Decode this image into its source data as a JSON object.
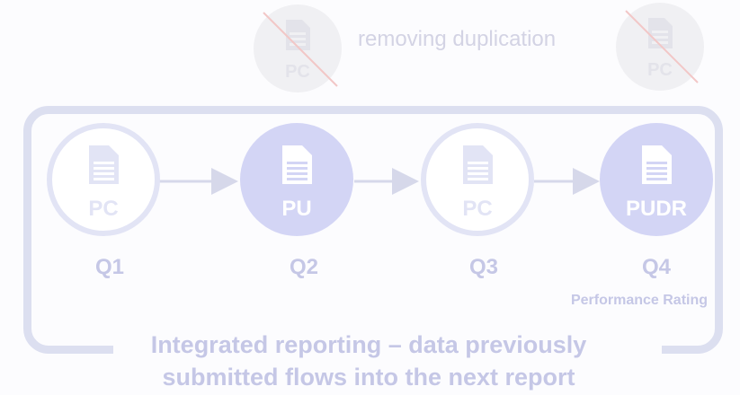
{
  "top": {
    "label": "removing duplication",
    "left_doc": "PC",
    "right_doc": "PC"
  },
  "nodes": [
    {
      "doc": "PC",
      "quarter": "Q1",
      "style": "outline"
    },
    {
      "doc": "PU",
      "quarter": "Q2",
      "style": "filled"
    },
    {
      "doc": "PC",
      "quarter": "Q3",
      "style": "outline"
    },
    {
      "doc": "PUDR",
      "quarter": "Q4",
      "style": "filled"
    }
  ],
  "q4_sublabel": "Performance Rating",
  "caption": {
    "line1": "Integrated reporting – data previously",
    "line2": "submitted flows into the next report"
  },
  "colors": {
    "frame": "#dcdff0",
    "outline_circle": "#e2e4f5",
    "filled_circle": "#d3d5f5",
    "text": "#c5c7e6",
    "ghost": "#f0f0f3"
  }
}
